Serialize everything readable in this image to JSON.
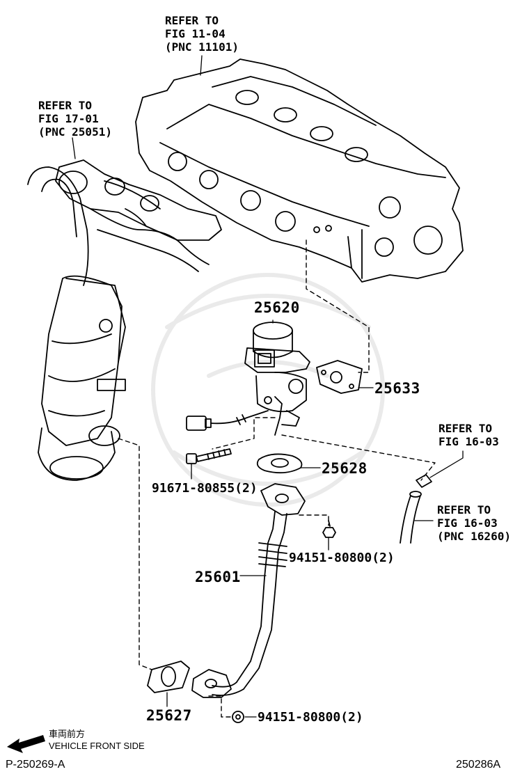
{
  "references": {
    "head": [
      "REFER TO",
      "FIG 11-04",
      "(PNC 11101)"
    ],
    "manifold": [
      "REFER TO",
      "FIG 17-01",
      "(PNC 25051)"
    ],
    "fig1603_a": [
      "REFER TO",
      "FIG 16-03"
    ],
    "fig1603_b": [
      "REFER TO",
      "FIG 16-03",
      "(PNC 16260)"
    ]
  },
  "parts": {
    "p25620": "25620",
    "p25633": "25633",
    "p25628": "25628",
    "p91671": "91671-80855(2)",
    "p94151_a": "94151-80800(2)",
    "p25601": "25601",
    "p25627": "25627",
    "p94151_b": "94151-80800(2)"
  },
  "footer": {
    "direction_jp": "車両前方",
    "direction_en": "VEHICLE FRONT SIDE",
    "left_code": "P-250269-A",
    "right_code": "250286A"
  }
}
